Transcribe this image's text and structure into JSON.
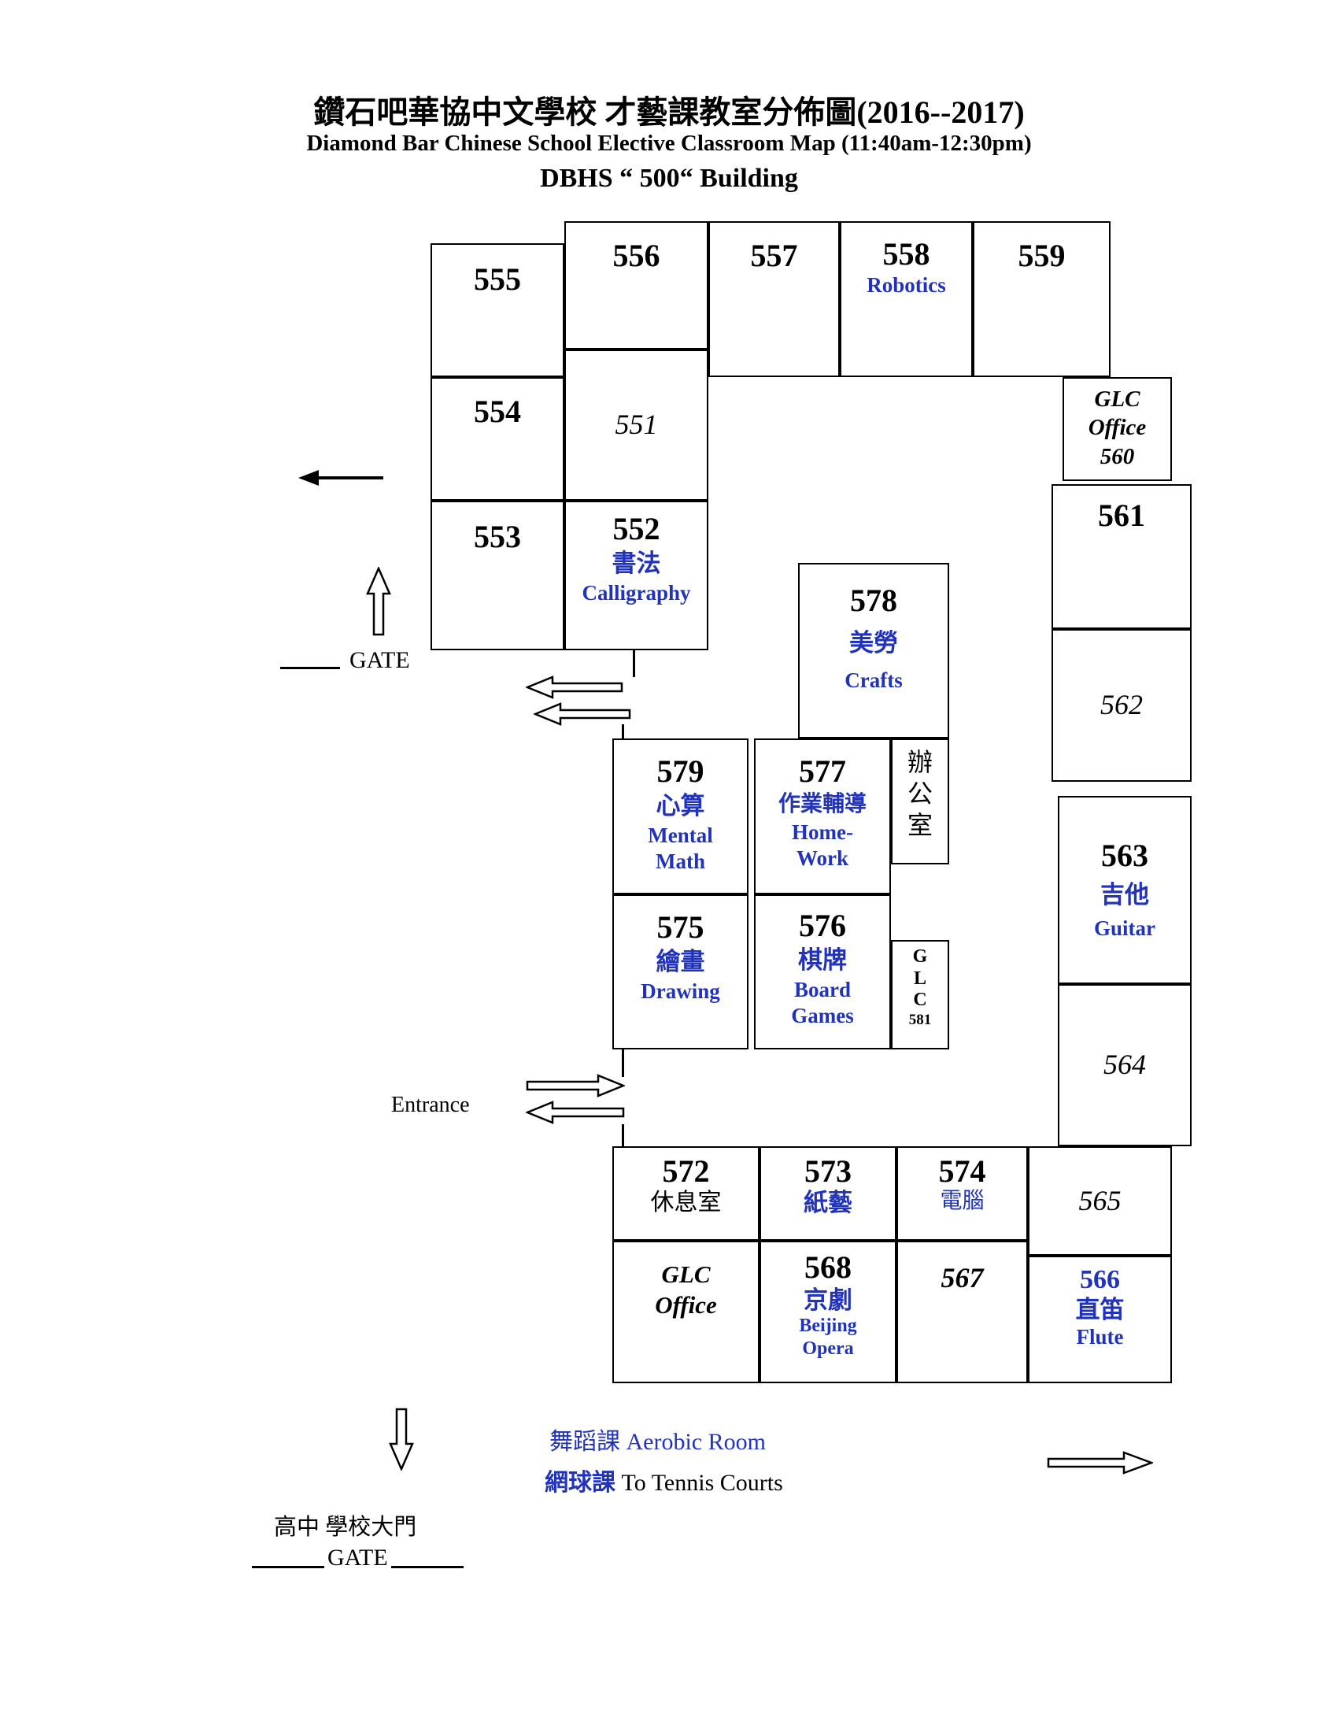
{
  "colors": {
    "accent_blue": "#2133bb",
    "ink": "#000000"
  },
  "header": {
    "title_zh": "鑽石吧華協中文學校 才藝課教室分佈圖(2016--2017)",
    "title_en": "Diamond Bar Chinese School Elective Classroom Map (11:40am-12:30pm)",
    "building": "DBHS “ 500“ Building"
  },
  "rooms": {
    "r555": {
      "num": "555"
    },
    "r556": {
      "num": "556"
    },
    "r557": {
      "num": "557"
    },
    "r558": {
      "num": "558",
      "en": "Robotics"
    },
    "r559": {
      "num": "559"
    },
    "r554": {
      "num": "554"
    },
    "r551": {
      "num": "551"
    },
    "r553": {
      "num": "553"
    },
    "r552": {
      "num": "552",
      "zh": "書法",
      "en": "Calligraphy"
    },
    "r560": {
      "l1": "GLC",
      "l2": "Office",
      "l3": "560"
    },
    "r561": {
      "num": "561"
    },
    "r562": {
      "num": "562"
    },
    "r563": {
      "num": "563",
      "zh": "吉他",
      "en": "Guitar"
    },
    "r564": {
      "num": "564"
    },
    "r565": {
      "num": "565"
    },
    "r566": {
      "num": "566",
      "zh": "直笛",
      "en": "Flute"
    },
    "r567": {
      "num": "567"
    },
    "r568": {
      "num": "568",
      "zh": "京劇",
      "en1": "Beijing",
      "en2": "Opera"
    },
    "r572": {
      "num": "572",
      "zh": "休息室"
    },
    "r573": {
      "num": "573",
      "zh": "紙藝"
    },
    "r574": {
      "num": "574",
      "zh": "電腦"
    },
    "r575": {
      "num": "575",
      "zh": "繪畫",
      "en": "Drawing"
    },
    "r576": {
      "num": "576",
      "zh": "棋牌",
      "en1": "Board",
      "en2": "Games"
    },
    "r577": {
      "num": "577",
      "zh": "作業輔導",
      "en1": "Home-",
      "en2": "Work"
    },
    "r578": {
      "num": "578",
      "zh": "美勞",
      "en": "Crafts"
    },
    "r579": {
      "num": "579",
      "zh": "心算",
      "en1": "Mental",
      "en2": "Math"
    },
    "office": {
      "c1": "辦",
      "c2": "公",
      "c3": "室"
    },
    "glc581": {
      "c1": "G",
      "c2": "L",
      "c3": "C",
      "num": "581"
    },
    "glc_office": {
      "l1": "GLC",
      "l2": "Office"
    }
  },
  "annotations": {
    "gate_top": "GATE",
    "entrance": "Entrance",
    "aerobic_zh": "舞蹈課",
    "aerobic_en": "Aerobic Room",
    "tennis_zh": "網球課",
    "tennis_en": "To Tennis Courts",
    "main_gate_zh": "高中 學校大門",
    "main_gate_en": "GATE"
  },
  "icons": {
    "solid_left_arrow": "arrow-left-icon",
    "gate_up_arrow": "arrow-up-icon",
    "double_arrows": "arrow-left-icon x2",
    "entrance_arrows": "arrow-right-icon / arrow-left-icon",
    "bottom_down_arrow": "arrow-down-icon",
    "bottom_right_arrow": "arrow-right-icon"
  }
}
